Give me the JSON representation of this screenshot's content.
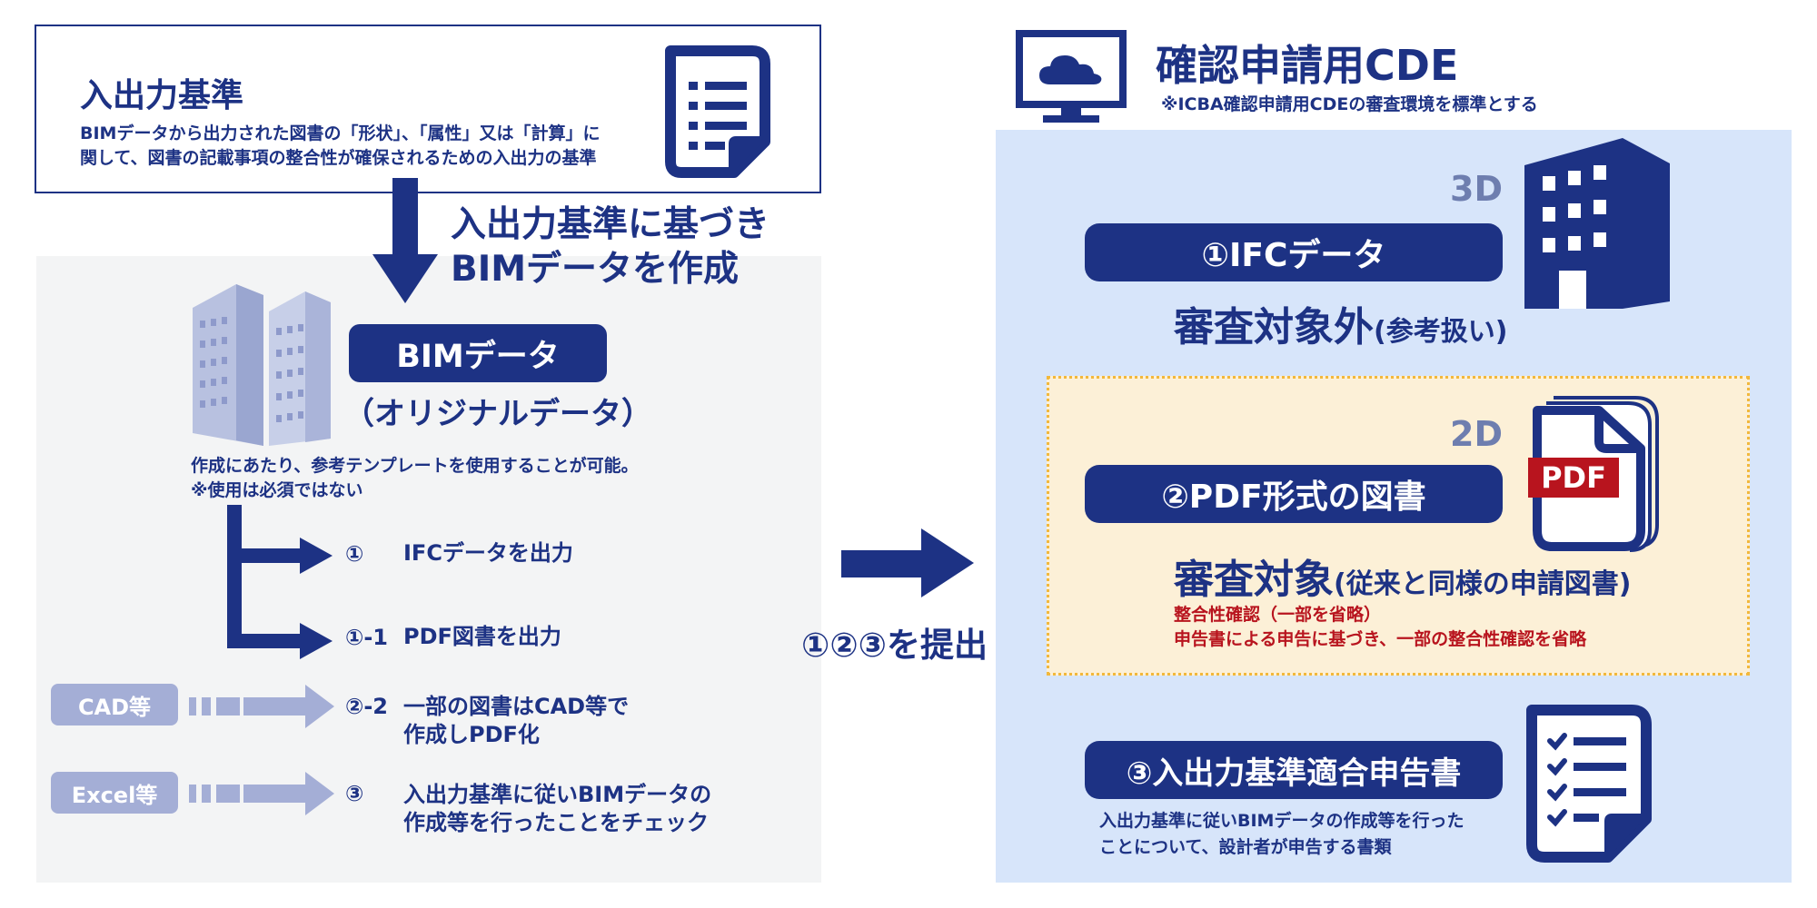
{
  "standard": {
    "title": "入出力基準",
    "desc_line1": "BIMデータから出力された図書の「形状」、「属性」又は「計算」に",
    "desc_line2": "関して、図書の記載事項の整合性が確保されるための入出力の基準"
  },
  "create_caption": {
    "line1": "入出力基準に基づき",
    "line2": "BIMデータを作成"
  },
  "bim": {
    "label": "BIMデータ",
    "sub": "（オリジナルデータ）",
    "note_line1": "作成にあたり、参考テンプレートを使用することが可能。",
    "note_line2": "※使用は必須ではない"
  },
  "outputs": [
    {
      "num": "①",
      "text": "IFCデータを出力"
    },
    {
      "num": "①-1",
      "text": "PDF図書を出力"
    },
    {
      "num": "②-2",
      "line1": "一部の図書はCAD等で",
      "line2": "作成しPDF化"
    },
    {
      "num": "③",
      "line1": "入出力基準に従いBIMデータの",
      "line2": "作成等を行ったことをチェック"
    }
  ],
  "side_tools": {
    "cad": "CAD等",
    "excel": "Excel等"
  },
  "submit": {
    "label": "①②③を提出"
  },
  "cde": {
    "title": "確認申請用CDE",
    "note": "※ICBA確認申請用CDEの審査環境を標準とする"
  },
  "ifc": {
    "dim": "3D",
    "pill": "①IFCデータ",
    "status": "審査対象外",
    "status_note": "(参考扱い)"
  },
  "pdf": {
    "dim": "2D",
    "badge": "PDF",
    "pill": "②PDF形式の図書",
    "status": "審査対象",
    "status_note": "(従来と同様の申請図書)",
    "check_line1": "整合性確認（一部を省略）",
    "check_line2": "申告書による申告に基づき、一部の整合性確認を省略"
  },
  "declaration": {
    "pill": "③入出力基準適合申告書",
    "desc_line1": "入出力基準に従いBIMデータの作成等を行った",
    "desc_line2": "ことについて、設計者が申告する書類"
  },
  "colors": {
    "navy": "#1d3284",
    "light_blue": "#d7e5fa",
    "gray_panel": "#f3f4f5",
    "dotted": "#f2b83c",
    "red": "#b8141e"
  }
}
